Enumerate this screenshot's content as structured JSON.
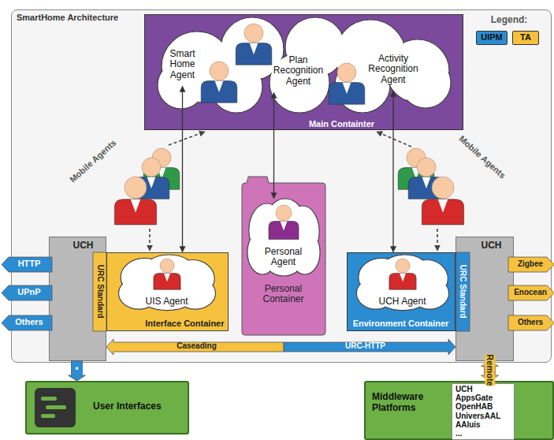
{
  "diagram": {
    "nodes": [
      {
        "text": [
          "SmartHome Architecture"
        ]
      },
      {
        "text": [
          "Main Containter"
        ],
        "in": 0
      },
      {
        "text": [
          "Smart Home Agent"
        ],
        "in": 1
      },
      {
        "text": [
          "Plan Recognition Agent"
        ],
        "in": 1
      },
      {
        "text": [
          "Activity Recognition Agent"
        ],
        "in": 1
      },
      {
        "text": [
          "UCH",
          "URC Standard"
        ],
        "in": 0
      },
      {
        "text": [
          "Interface Container"
        ],
        "in": 0
      },
      {
        "text": [
          "UIS Agent"
        ],
        "in": 6
      },
      {
        "text": [
          "Personal Container"
        ],
        "in": 0
      },
      {
        "text": [
          "Personal Agent"
        ],
        "in": 8
      },
      {
        "text": [
          "Environment Container"
        ],
        "in": 0
      },
      {
        "text": [
          "UCH Agent"
        ],
        "in": 10
      },
      {
        "text": [
          "UCH",
          "URC Standard"
        ],
        "in": 0
      },
      {
        "text": [
          "HTTP"
        ]
      },
      {
        "text": [
          "UPnP"
        ]
      },
      {
        "text": [
          "Others"
        ]
      },
      {
        "text": [
          "Zigbee"
        ]
      },
      {
        "text": [
          "Enocean"
        ]
      },
      {
        "text": [
          "Others"
        ]
      },
      {
        "text": [
          "Caseading"
        ],
        "in": 0
      },
      {
        "text": [
          "URC-HTTP"
        ],
        "in": 0
      },
      {
        "text": [
          "User Interfaces"
        ]
      },
      {
        "text": [
          "Middleware Platforms"
        ]
      },
      {
        "text": [
          "UCH AppsGate OpenHAB UniversAAL AAluis ..."
        ],
        "in": 22
      }
    ],
    "edges": [
      {
        "from": 2,
        "to": 6,
        "arrow": "both"
      },
      {
        "from": 3,
        "to": 9,
        "arrow": "both"
      },
      {
        "from": 4,
        "to": 10,
        "arrow": "both"
      },
      {
        "from": 5,
        "to": 21,
        "label": "*",
        "arrow": "to"
      },
      {
        "from": 12,
        "to": 22,
        "label": "Remote",
        "arrow": "both"
      }
    ],
    "labels": [
      "Legend:",
      "Mobile Agents",
      "Mobile Agents"
    ],
    "legend": [
      {
        "text": "UIPM",
        "color": "#2b8cd2"
      },
      {
        "text": "TA",
        "color": "#f6c23e"
      }
    ]
  }
}
